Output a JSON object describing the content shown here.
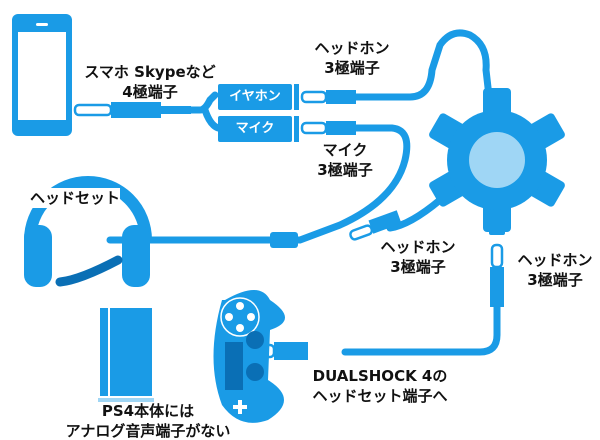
{
  "colors": {
    "accent": "#1a9be6",
    "dark": "#0a6fb5",
    "light": "#9fd6f5"
  },
  "labels": {
    "smartphone": [
      "スマホ Skypeなど",
      "4極端子"
    ],
    "splitter_earphone": "イヤホン",
    "splitter_mic": "マイク",
    "headphone_top": [
      "ヘッドホン",
      "3極端子"
    ],
    "mic": [
      "マイク",
      "3極端子"
    ],
    "headset": "ヘッドセット",
    "headphone_mid": [
      "ヘッドホン",
      "3極端子"
    ],
    "headphone_right": [
      "ヘッドホン",
      "3極端子"
    ],
    "dualshock": [
      "DUALSHOCK 4の",
      "ヘッドセット端子へ"
    ],
    "ps4": [
      "PS4本体には",
      "アナログ音声端子がない"
    ]
  }
}
